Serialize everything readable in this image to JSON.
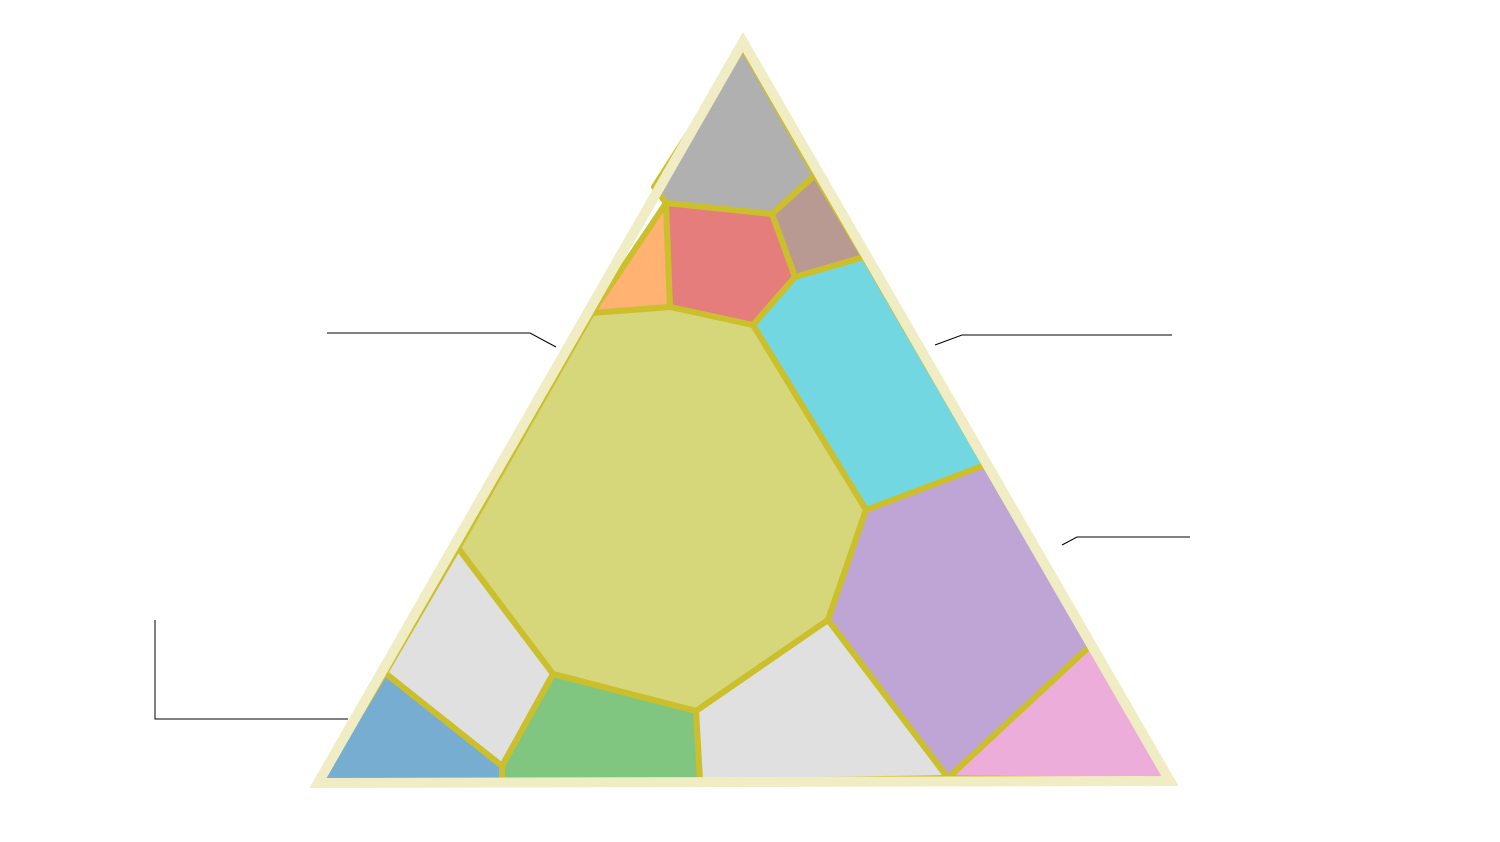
{
  "diagram": {
    "type": "triangular-voronoi-partition",
    "labels": [],
    "colors": {
      "frame": "#f0edc4",
      "border": "#ccbf2c",
      "leader": "#000000",
      "background": "#ffffff"
    },
    "regions": [
      {
        "id": "top",
        "color": "#b0b0b0"
      },
      {
        "id": "upper-right-small",
        "color": "#b89a93"
      },
      {
        "id": "upper-left-small",
        "color": "#ffb271"
      },
      {
        "id": "red",
        "color": "#e57d7d"
      },
      {
        "id": "cyan",
        "color": "#72d7e1"
      },
      {
        "id": "center",
        "color": "#d6d67a"
      },
      {
        "id": "left-grey",
        "color": "#e0e0e0"
      },
      {
        "id": "purple",
        "color": "#bfa5d6"
      },
      {
        "id": "pink",
        "color": "#edadda"
      },
      {
        "id": "bottom-grey",
        "color": "#e0e0e0"
      },
      {
        "id": "green",
        "color": "#80c680"
      },
      {
        "id": "blue",
        "color": "#78add2"
      }
    ],
    "leader_lines": [
      {
        "id": "upper-left"
      },
      {
        "id": "upper-right"
      },
      {
        "id": "middle-right"
      },
      {
        "id": "lower-left"
      }
    ]
  }
}
